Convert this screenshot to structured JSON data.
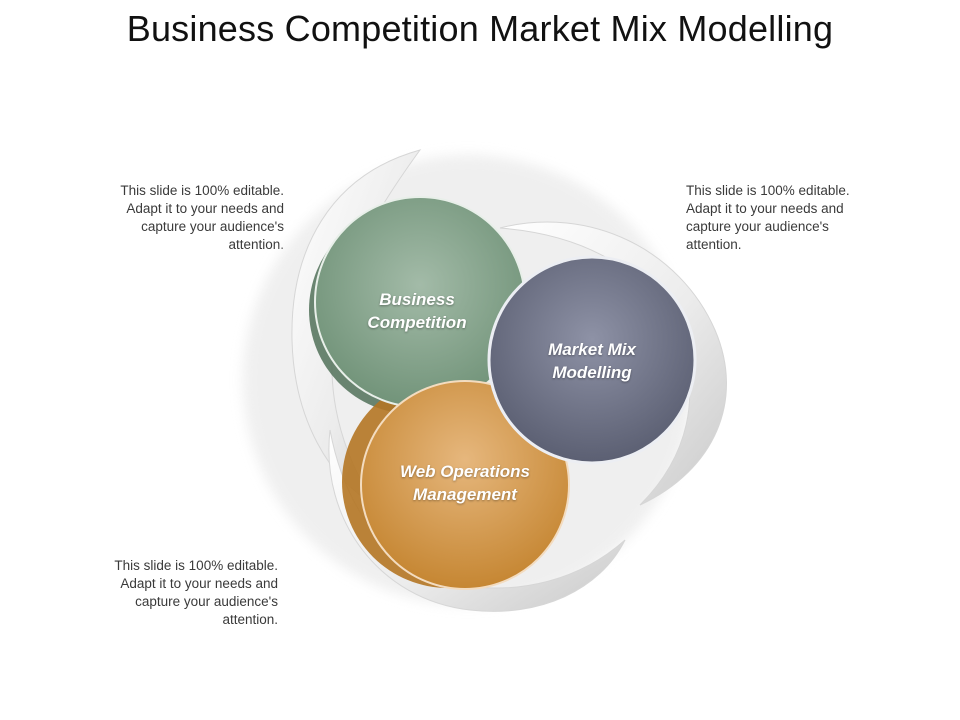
{
  "title": "Business Competition Market Mix Modelling",
  "notes": {
    "top_left": [
      "This slide is 100% editable.",
      "Adapt it to your needs and",
      "capture your audience's",
      "attention."
    ],
    "top_right": [
      "This slide is 100% editable.",
      "Adapt it to your needs and",
      "capture your audience's",
      "attention."
    ],
    "bottom_left": [
      "This slide is 100% editable.",
      "Adapt it to your needs and",
      "capture your audience's",
      "attention."
    ]
  },
  "bubbles": {
    "business": {
      "lines": [
        "Business",
        "Competition"
      ],
      "color": "#6f9277"
    },
    "market": {
      "lines": [
        "Market Mix",
        "Modelling"
      ],
      "color": "#5f6478"
    },
    "web": {
      "lines": [
        "Web Operations",
        "Management"
      ],
      "color": "#c98a3a"
    }
  }
}
